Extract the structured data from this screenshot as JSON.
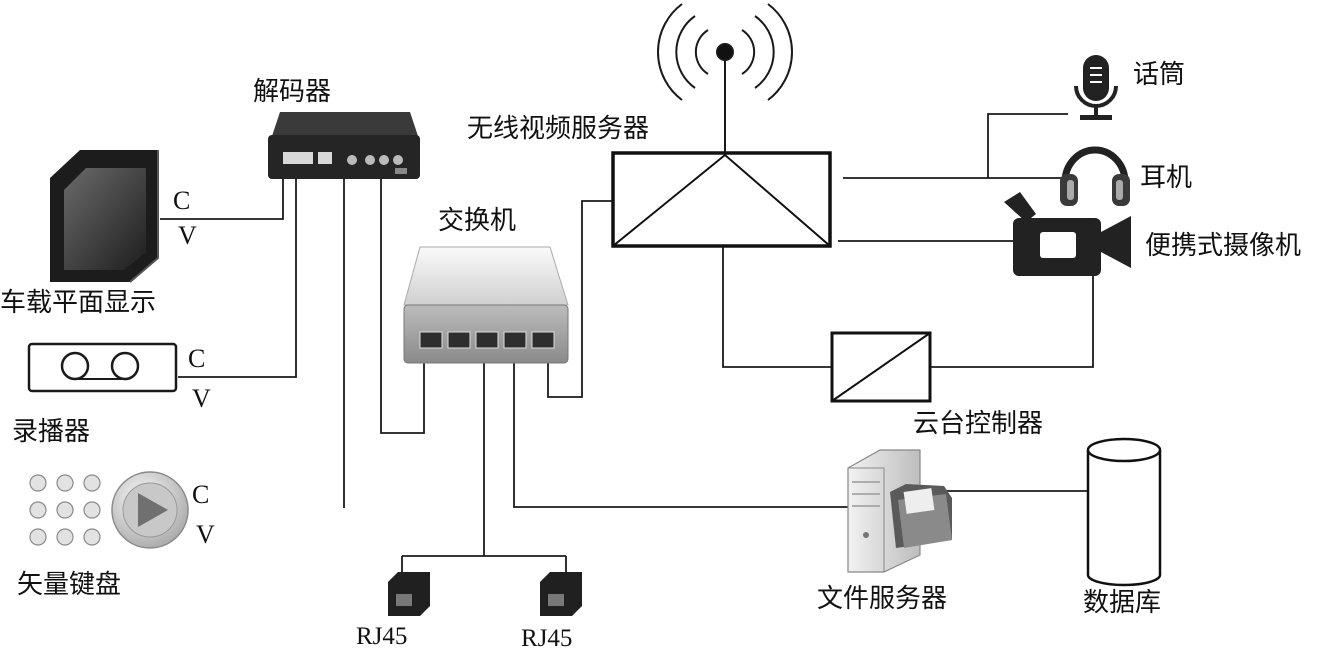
{
  "labels": {
    "decoder": "解码器",
    "wireless_server": "无线视频服务器",
    "switch": "交换机",
    "microphone": "话筒",
    "headphones": "耳机",
    "camera": "便携式摄像机",
    "vehicle_display": "车载平面显示",
    "recorder": "录播器",
    "keyboard": "矢量键盘",
    "ptz_controller": "云台控制器",
    "file_server": "文件服务器",
    "database": "数据库",
    "rj45_left": "RJ45",
    "rj45_right": "RJ45"
  },
  "cv_marks": {
    "display_c": "C",
    "display_v": "V",
    "recorder_c": "C",
    "recorder_v": "V",
    "keyboard_c": "C",
    "keyboard_v": "V"
  }
}
